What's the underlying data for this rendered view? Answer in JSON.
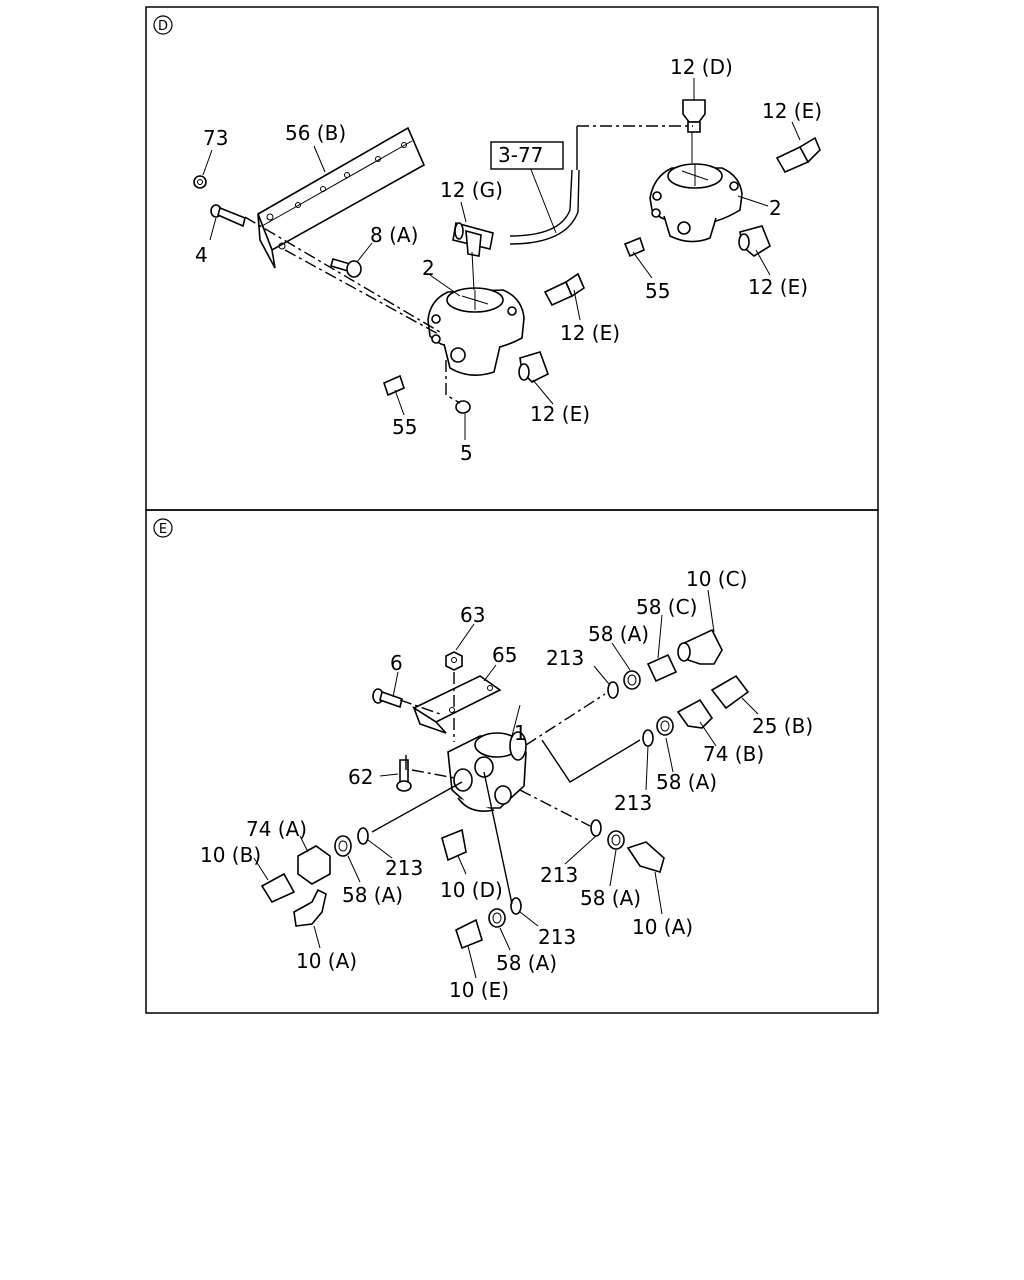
{
  "panel_d": {
    "section_mark": "D",
    "callouts": {
      "c73": "73",
      "c56b": "56 (B)",
      "c4": "4",
      "c8a": "8 (A)",
      "c12g": "12 (G)",
      "c377": "3-77",
      "c12d": "12 (D)",
      "c12e_top": "12 (E)",
      "c2_right": "2",
      "c55_right": "55",
      "c12e_right": "12 (E)",
      "c2_left": "2",
      "c12e_mid": "12 (E)",
      "c12e_low": "12 (E)",
      "c55_left": "55",
      "c5": "5"
    }
  },
  "panel_e": {
    "section_mark": "E",
    "callouts": {
      "c10c": "10 (C)",
      "c58c": "58 (C)",
      "c58a_1": "58 (A)",
      "c213_1": "213",
      "c63": "63",
      "c65": "65",
      "c6": "6",
      "c25b": "25 (B)",
      "c74b": "74 (B)",
      "c58a_2": "58 (A)",
      "c1": "1",
      "c62": "62",
      "c213_2": "213",
      "c74a": "74 (A)",
      "c10b": "10 (B)",
      "c213_3": "213",
      "c58a_3": "58 (A)",
      "c10d": "10 (D)",
      "c213_4": "213",
      "c58a_4": "58 (A)",
      "c10a_right": "10 (A)",
      "c10a_left": "10 (A)",
      "c213_5": "213",
      "c58a_5": "58 (A)",
      "c10e": "10 (E)"
    }
  }
}
